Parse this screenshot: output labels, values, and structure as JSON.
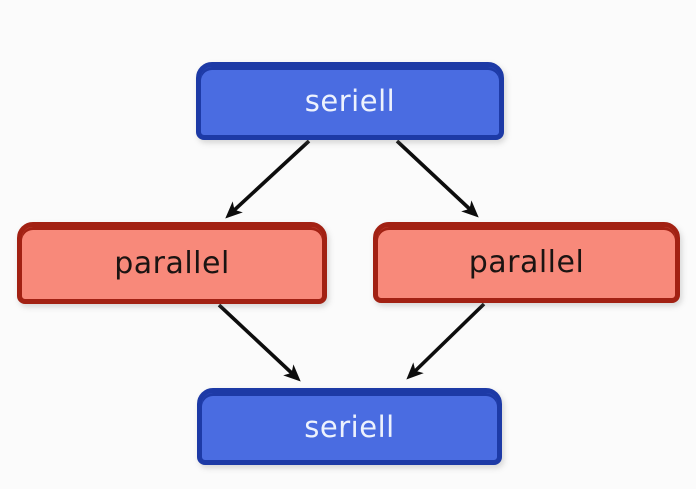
{
  "diagram": {
    "description": "Flow diagram alternating serial and parallel stages",
    "nodes": [
      {
        "id": "seriell-top",
        "label": "seriell",
        "kind": "serial"
      },
      {
        "id": "parallel-left",
        "label": "parallel",
        "kind": "parallel"
      },
      {
        "id": "parallel-right",
        "label": "parallel",
        "kind": "parallel"
      },
      {
        "id": "seriell-bottom",
        "label": "seriell",
        "kind": "serial"
      }
    ],
    "edges": [
      {
        "from": "seriell-top",
        "to": "parallel-left"
      },
      {
        "from": "seriell-top",
        "to": "parallel-right"
      },
      {
        "from": "parallel-left",
        "to": "seriell-bottom"
      },
      {
        "from": "parallel-right",
        "to": "seriell-bottom"
      }
    ],
    "colors": {
      "background": "#fbfbfb",
      "serial_fill": "#4a6ce1",
      "serial_border": "#1d3aa6",
      "serial_text": "#edf2fd",
      "parallel_fill": "#f8897a",
      "parallel_border": "#a22113",
      "parallel_text": "#1b1412",
      "arrow": "#0d0d0d"
    }
  }
}
